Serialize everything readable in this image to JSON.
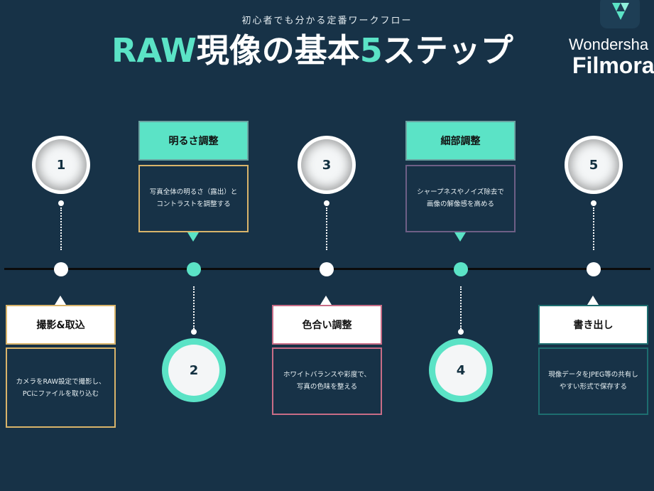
{
  "header": {
    "subtitle": "初心者でも分かる定番ワークフロー",
    "title_accent_1": "RAW",
    "title_part_1": "現像の基本",
    "title_accent_2": "5",
    "title_part_2": "ステップ"
  },
  "logo": {
    "top": "Wondersha",
    "bottom": "Filmora"
  },
  "colors": {
    "background": "#173247",
    "accent": "#5be3c6",
    "gold": "#d9b46a",
    "purple": "#6e5f86",
    "pink": "#c86c86",
    "teal_dark": "#1d6d6f"
  },
  "steps": [
    {
      "number": "1",
      "label": "撮影&取込",
      "desc": "カメラをRAW設定で撮影し、PCにファイルを取り込む"
    },
    {
      "number": "2",
      "label": "明るさ調整",
      "desc": "写真全体の明るさ（露出）とコントラストを調整する"
    },
    {
      "number": "3",
      "label": "色合い調整",
      "desc": "ホワイトバランスや彩度で、写真の色味を整える"
    },
    {
      "number": "4",
      "label": "細部調整",
      "desc": "シャープネスやノイズ除去で画像の解像感を高める"
    },
    {
      "number": "5",
      "label": "書き出し",
      "desc": "現像データをJPEG等の共有しやすい形式で保存する"
    }
  ]
}
